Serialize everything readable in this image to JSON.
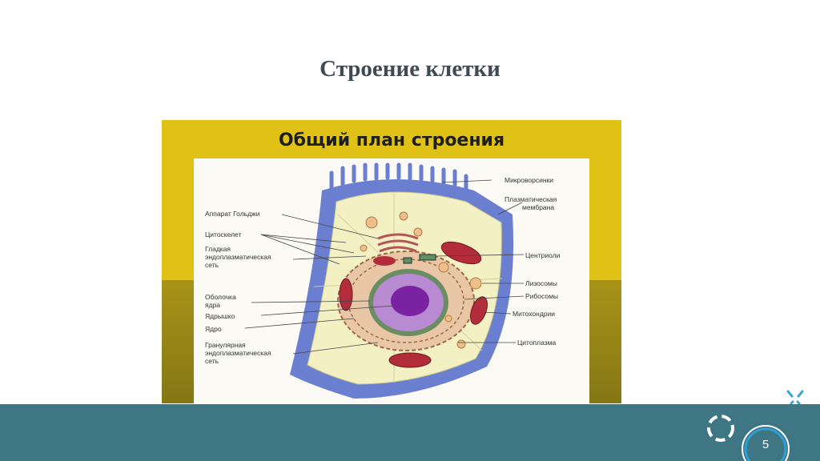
{
  "slide": {
    "title": "Строение клетки",
    "page_number": "5"
  },
  "figure": {
    "title": "Общий план строения",
    "labels_left": {
      "golgi": "Аппарат Гольджи",
      "cytoskeleton": "Цитоскелет",
      "smooth_er_1": "Гладкая",
      "smooth_er_2": "эндоплазматическая",
      "smooth_er_3": "сеть",
      "nuclear_envelope_1": "Оболочка",
      "nuclear_envelope_2": "ядра",
      "nucleolus": "Ядрышко",
      "nucleus": "Ядро",
      "rough_er_1": "Гранулярная",
      "rough_er_2": "эндоплазматическая",
      "rough_er_3": "сеть"
    },
    "labels_right": {
      "microvilli": "Микроворсинки",
      "plasma_membrane_1": "Плазматическая",
      "plasma_membrane_2": "мембрана",
      "centrioles": "Центриоли",
      "lysosomes": "Лизосомы",
      "ribosomes": "Рибосомы",
      "mitochondria": "Митохондрии",
      "cytoplasm": "Цитоплазма"
    }
  },
  "colors": {
    "footer": "#3e7683",
    "figure_background": "#e0c217",
    "membrane": "#6a7fd0",
    "cytoplasm": "#f3f0c4",
    "nucleus": "#9b3fb6"
  }
}
